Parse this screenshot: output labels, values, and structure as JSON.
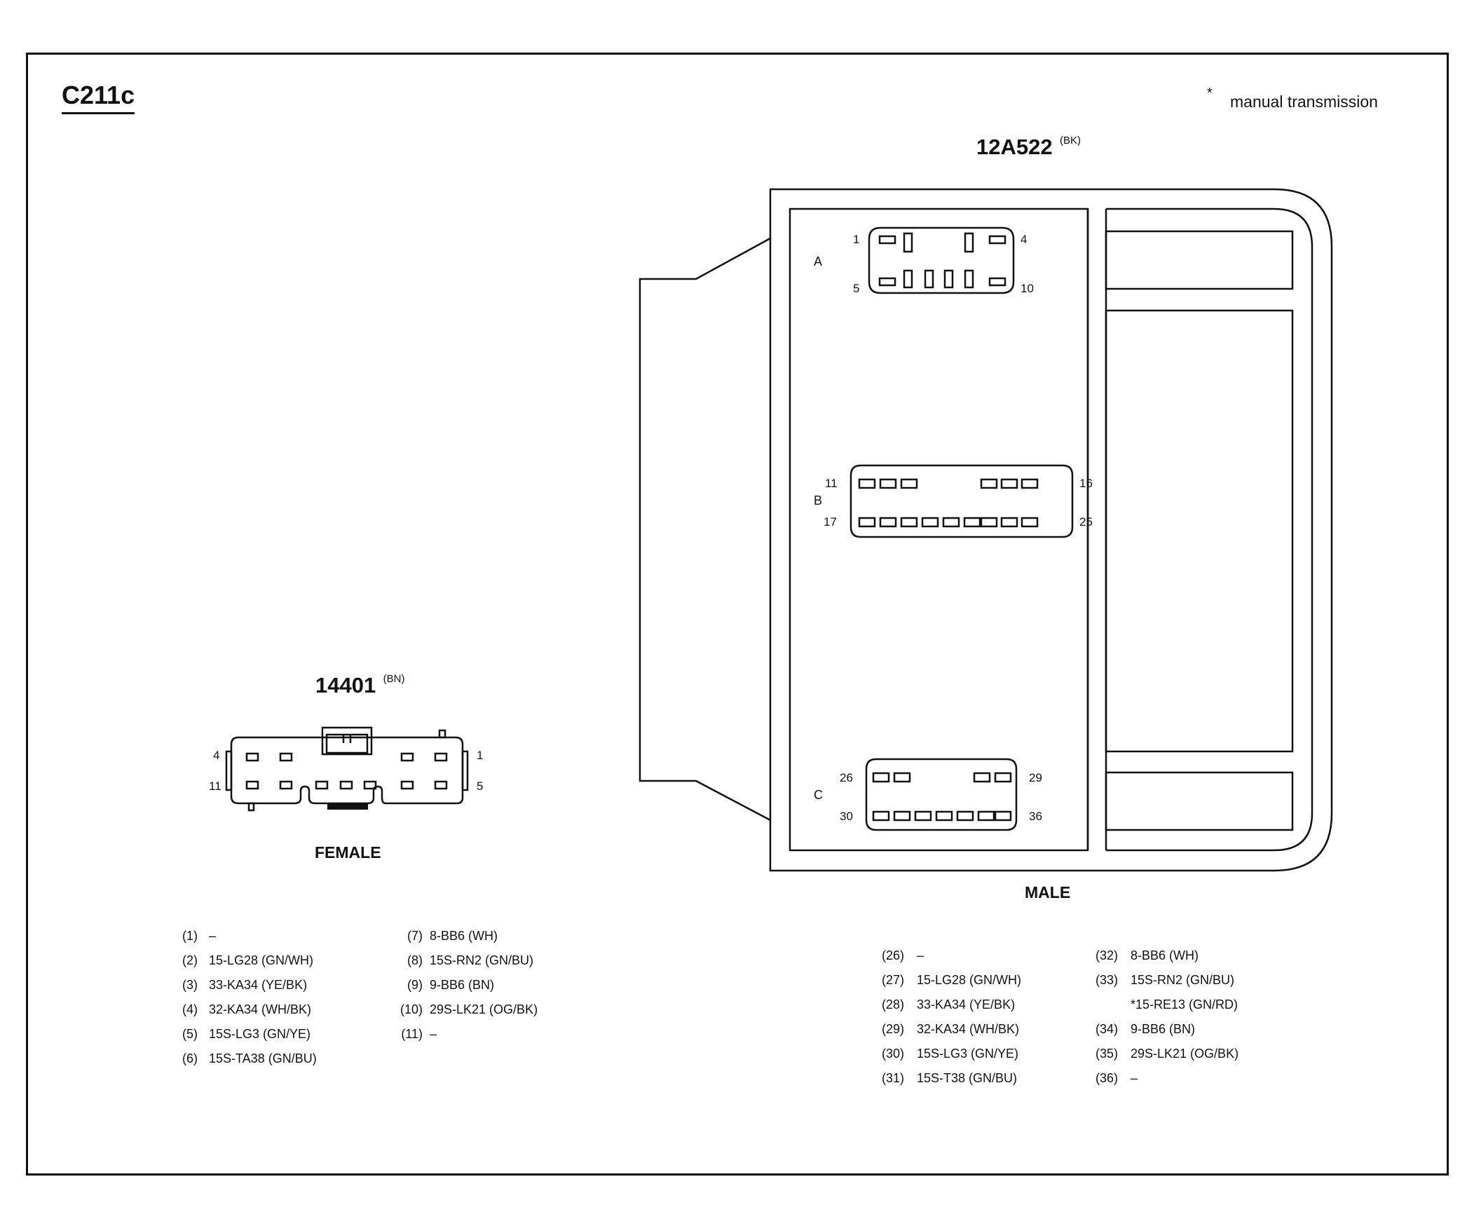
{
  "connector_id": "C211c",
  "note": "manual transmission",
  "note_marker": "*",
  "female": {
    "part_number": "14401",
    "color_code": "(BN)",
    "label": "FEMALE",
    "pin_labels": {
      "top_left": "4",
      "bottom_left": "11",
      "top_right": "1",
      "bottom_right": "5"
    },
    "pins_left": [
      {
        "no": "(1)",
        "circuit": "–"
      },
      {
        "no": "(2)",
        "circuit": "15-LG28 (GN/WH)"
      },
      {
        "no": "(3)",
        "circuit": "33-KA34 (YE/BK)"
      },
      {
        "no": "(4)",
        "circuit": "32-KA34 (WH/BK)"
      },
      {
        "no": "(5)",
        "circuit": "15S-LG3 (GN/YE)"
      },
      {
        "no": "(6)",
        "circuit": "15S-TA38 (GN/BU)"
      }
    ],
    "pins_right": [
      {
        "no": "(7)",
        "circuit": "8-BB6 (WH)"
      },
      {
        "no": "(8)",
        "circuit": "15S-RN2 (GN/BU)"
      },
      {
        "no": "(9)",
        "circuit": "9-BB6 (BN)"
      },
      {
        "no": "(10)",
        "circuit": "29S-LK21 (OG/BK)"
      },
      {
        "no": "(11)",
        "circuit": "–"
      }
    ]
  },
  "male": {
    "part_number": "12A522",
    "color_code": "(BK)",
    "label": "MALE",
    "cavities": {
      "A": {
        "label": "A",
        "tl": "1",
        "tr": "4",
        "bl": "5",
        "br": "10"
      },
      "B": {
        "label": "B",
        "tl": "11",
        "tr": "16",
        "bl": "17",
        "br": "25"
      },
      "C": {
        "label": "C",
        "tl": "26",
        "tr": "29",
        "bl": "30",
        "br": "36"
      }
    },
    "pins_left": [
      {
        "no": "(26)",
        "circuit": "–"
      },
      {
        "no": "(27)",
        "circuit": "15-LG28 (GN/WH)"
      },
      {
        "no": "(28)",
        "circuit": "33-KA34 (YE/BK)"
      },
      {
        "no": "(29)",
        "circuit": "32-KA34 (WH/BK)"
      },
      {
        "no": "(30)",
        "circuit": "15S-LG3 (GN/YE)"
      },
      {
        "no": "(31)",
        "circuit": "15S-T38 (GN/BU)"
      }
    ],
    "pins_right": [
      {
        "no": "(32)",
        "circuit": "8-BB6 (WH)"
      },
      {
        "no": "(33)",
        "circuit": "15S-RN2 (GN/BU)"
      },
      {
        "no": "",
        "circuit": "*15-RE13 (GN/RD)"
      },
      {
        "no": "(34)",
        "circuit": "9-BB6 (BN)"
      },
      {
        "no": "(35)",
        "circuit": "29S-LK21 (OG/BK)"
      },
      {
        "no": "(36)",
        "circuit": "–"
      }
    ]
  }
}
